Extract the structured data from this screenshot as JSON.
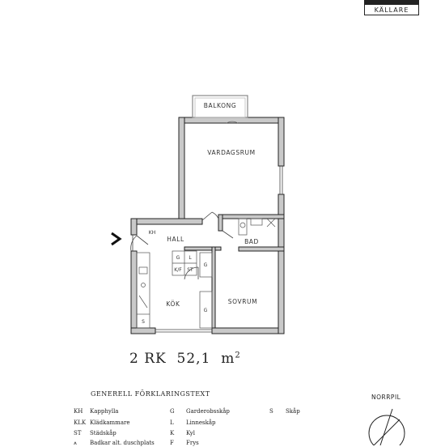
{
  "floor_badge": "KÄLLARE",
  "rooms": {
    "balkong": "BALKONG",
    "vardagsrum": "VARDAGSRUM",
    "hall": "HALL",
    "bad": "BAD",
    "kok": "KÖK",
    "sovrum": "SOVRUM"
  },
  "fixtures": {
    "kh": "KH",
    "g1": "G",
    "l": "L",
    "kf": "K/F",
    "st": "ST",
    "g2": "G",
    "g3": "G",
    "s": "S"
  },
  "summary": {
    "rooms": "2 RK",
    "area": "52,1",
    "unit": "m",
    "unit_sup": "2"
  },
  "legend": {
    "title": "GENERELL FÖRKLARINGSTEXT",
    "col1": [
      {
        "code": "KH",
        "text": "Kapphylla"
      },
      {
        "code": "KLK",
        "text": "Klädkammare"
      },
      {
        "code": "ST",
        "text": "Städskåp"
      },
      {
        "code": "",
        "text": "Badkar alt. duschplats"
      }
    ],
    "col2": [
      {
        "code": "G",
        "text": "Garderobsskåp"
      },
      {
        "code": "L",
        "text": "Linneskåp"
      },
      {
        "code": "K",
        "text": "Kyl"
      },
      {
        "code": "F",
        "text": "Frys"
      }
    ],
    "col3": [
      {
        "code": "S",
        "text": "Skåp"
      }
    ]
  },
  "north_label": "NORRPIL"
}
